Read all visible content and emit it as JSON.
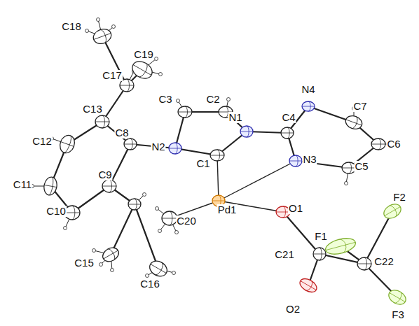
{
  "diagram": {
    "labels": [
      "C18",
      "C19",
      "C17",
      "C13",
      "C12",
      "C8",
      "C3",
      "C2",
      "N1",
      "C4",
      "N4",
      "C7",
      "C6",
      "N2",
      "C1",
      "N3",
      "C5",
      "C11",
      "C9",
      "C10",
      "Pd1",
      "O1",
      "F2",
      "F1",
      "C21",
      "C22",
      "C20",
      "C15",
      "C16",
      "O2",
      "F3"
    ]
  }
}
